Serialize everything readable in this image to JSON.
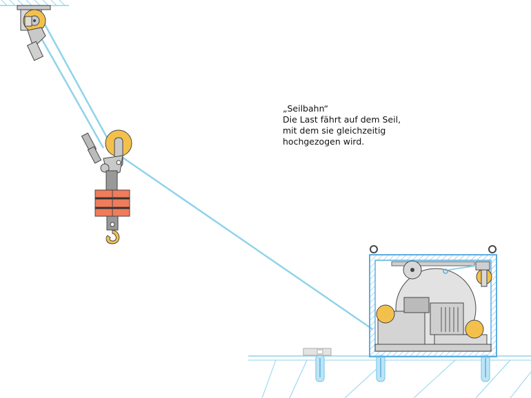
{
  "caption": {
    "title": "„Seilbahn“",
    "lines": [
      "Die Last fährt auf dem Seil,",
      "mit dem sie gleichzeitig",
      "hochgezogen wird."
    ]
  },
  "colors": {
    "rope": "#8fd3ea",
    "frame": "#5aaee0",
    "frame_hatch": "#bde4f6",
    "pulley": "#f3c14b",
    "load": "#f07c5b",
    "metal": "#c9c9c9",
    "outline": "#444444",
    "ground": "#8fd3ea"
  },
  "icons": [
    "ceiling-anchor-icon",
    "pulley-icon",
    "hook-icon",
    "winch-icon",
    "ground-anchor-icon"
  ]
}
